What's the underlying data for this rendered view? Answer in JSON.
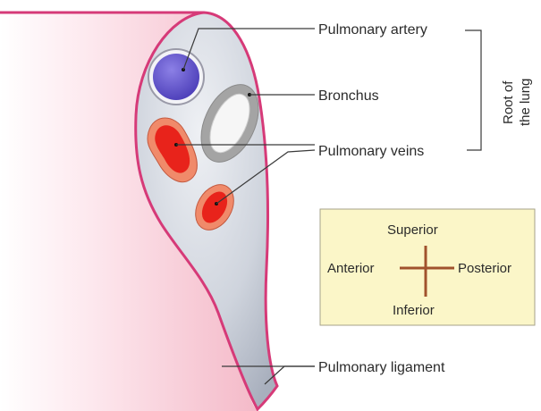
{
  "labels": {
    "pulmonary_artery": "Pulmonary artery",
    "bronchus": "Bronchus",
    "pulmonary_veins": "Pulmonary veins",
    "pulmonary_ligament": "Pulmonary ligament",
    "root_line1": "Root of",
    "root_line2": "the lung"
  },
  "orientation": {
    "superior": "Superior",
    "inferior": "Inferior",
    "anterior": "Anterior",
    "posterior": "Posterior"
  },
  "colors": {
    "lung_surface": "#f7c9d4",
    "pleura_outline": "#d63a78",
    "hilum_fill": "#c6ccd6",
    "artery": "#6a5bd0",
    "vein": "#e8231b",
    "vein_ring": "#f08a6a",
    "bronchus_ring": "#a4a4a4",
    "orientation_box": "#fbf6c8",
    "orientation_cross": "#a0522d"
  }
}
